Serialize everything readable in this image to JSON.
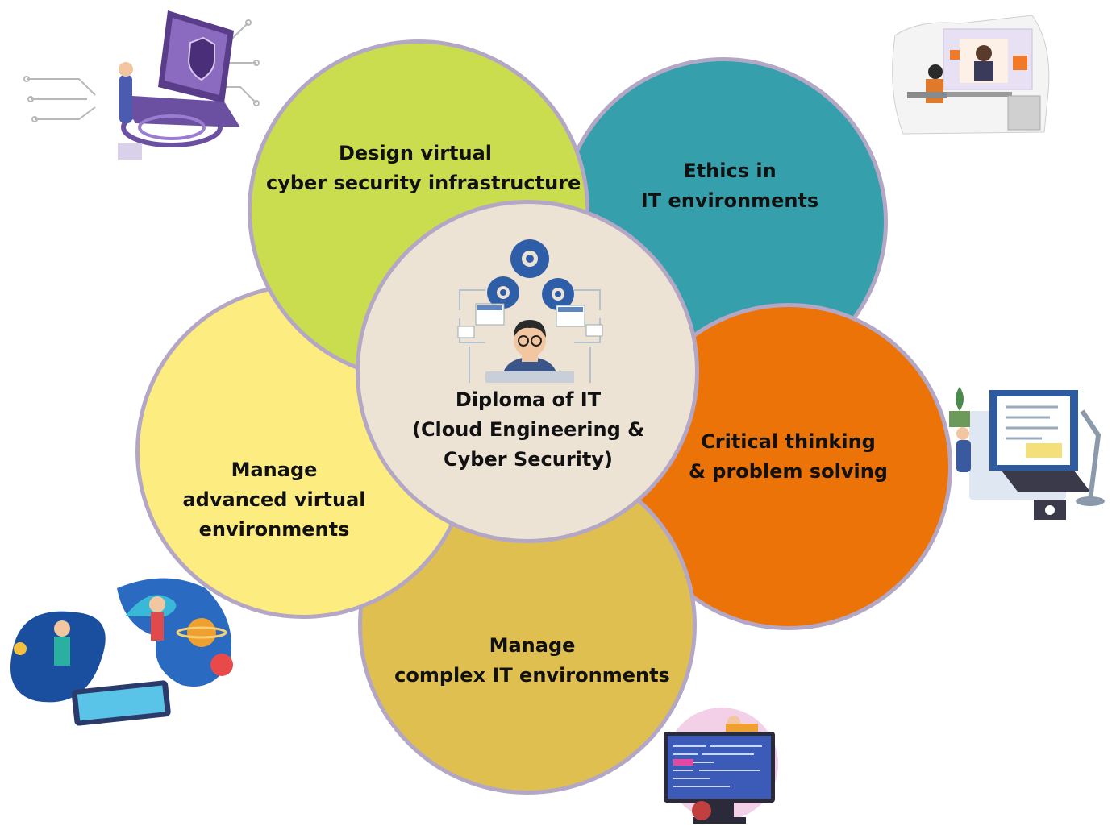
{
  "center": {
    "lines": [
      "Diploma of IT",
      "(Cloud Engineering &",
      "Cyber Security)"
    ]
  },
  "petals": [
    {
      "id": "design",
      "lines": [
        "Design virtual",
        "cyber security infrastructure"
      ],
      "color": "#c9dd4f"
    },
    {
      "id": "ethics",
      "lines": [
        "Ethics in",
        "IT environments"
      ],
      "color": "#35a0ab"
    },
    {
      "id": "critical",
      "lines": [
        "Critical thinking",
        "& problem solving"
      ],
      "color": "#ec7308"
    },
    {
      "id": "complex",
      "lines": [
        "Manage",
        "complex IT environments"
      ],
      "color": "#dfbf4f"
    },
    {
      "id": "advanced",
      "lines": [
        "Manage",
        "advanced virtual",
        "environments"
      ],
      "color": "#fdec7f"
    }
  ],
  "colors": {
    "border": "#b4a7c6",
    "center_fill": "#ede3d5"
  },
  "icons": [
    "cyber-security-laptop-illustration",
    "video-call-illustration",
    "laptop-documents-illustration",
    "virtual-reality-illustration",
    "computer-code-illustration",
    "engineer-gears-illustration"
  ]
}
